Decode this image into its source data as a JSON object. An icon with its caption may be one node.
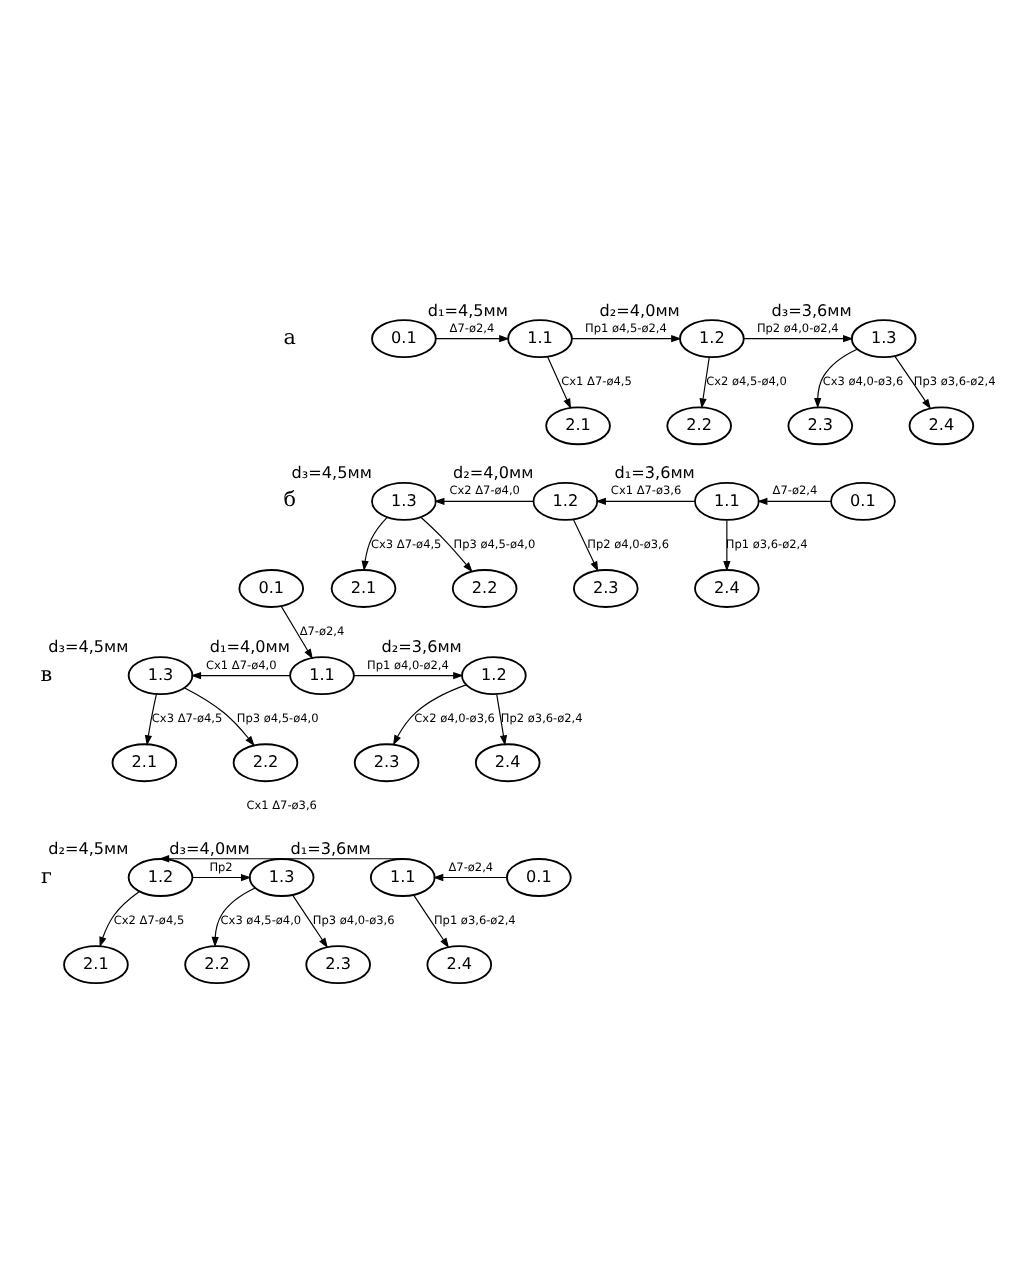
{
  "diagram": {
    "nodes": [
      {
        "text": [
          "0.1"
        ]
      },
      {
        "text": [
          "1.1"
        ],
        "beside": [
          "d₁=4,5мм"
        ]
      },
      {
        "text": [
          "1.2"
        ],
        "beside": [
          "d₂=4,0мм"
        ]
      },
      {
        "text": [
          "1.3"
        ],
        "beside": [
          "d₃=3,6мм"
        ]
      },
      {
        "text": [
          "2.1"
        ]
      },
      {
        "text": [
          "2.2"
        ]
      },
      {
        "text": [
          "2.3"
        ]
      },
      {
        "text": [
          "2.4"
        ]
      },
      {
        "text": [
          "1.3"
        ],
        "beside": [
          "d₃=4,5мм"
        ]
      },
      {
        "text": [
          "1.2"
        ],
        "beside": [
          "d₂=4,0мм"
        ]
      },
      {
        "text": [
          "1.1"
        ],
        "beside": [
          "d₁=3,6мм"
        ]
      },
      {
        "text": [
          "0.1"
        ]
      },
      {
        "text": [
          "2.1"
        ]
      },
      {
        "text": [
          "2.2"
        ]
      },
      {
        "text": [
          "2.3"
        ]
      },
      {
        "text": [
          "2.4"
        ]
      },
      {
        "text": [
          "0.1"
        ]
      },
      {
        "text": [
          "1.3"
        ],
        "beside": [
          "d₃=4,5мм"
        ]
      },
      {
        "text": [
          "1.1"
        ],
        "beside": [
          "d₁=4,0мм"
        ]
      },
      {
        "text": [
          "1.2"
        ],
        "beside": [
          "d₂=3,6мм"
        ]
      },
      {
        "text": [
          "2.1"
        ]
      },
      {
        "text": [
          "2.2"
        ]
      },
      {
        "text": [
          "2.3"
        ]
      },
      {
        "text": [
          "2.4"
        ]
      },
      {
        "text": [
          "1.2"
        ],
        "beside": [
          "d₂=4,5мм"
        ]
      },
      {
        "text": [
          "1.3"
        ],
        "beside": [
          "d₃=4,0мм"
        ]
      },
      {
        "text": [
          "1.1"
        ],
        "beside": [
          "d₁=3,6мм"
        ]
      },
      {
        "text": [
          "0.1"
        ]
      },
      {
        "text": [
          "2.1"
        ]
      },
      {
        "text": [
          "2.2"
        ]
      },
      {
        "text": [
          "2.3"
        ]
      },
      {
        "text": [
          "2.4"
        ]
      }
    ],
    "edges": [
      {
        "from": 0,
        "to": 1,
        "arrow": "to",
        "label": "Δ7-ø2,4"
      },
      {
        "from": 1,
        "to": 2,
        "arrow": "to",
        "label": "Пр1 ø4,5-ø2,4"
      },
      {
        "from": 2,
        "to": 3,
        "arrow": "to",
        "label": "Пр2 ø4,0-ø2,4"
      },
      {
        "from": 1,
        "to": 4,
        "arrow": "to",
        "label": "Сх1 Δ7-ø4,5"
      },
      {
        "from": 2,
        "to": 5,
        "arrow": "to",
        "label": "Сх2 ø4,5-ø4,0"
      },
      {
        "from": 3,
        "to": 6,
        "arrow": "to",
        "label": "Сх3 ø4,0-ø3,6"
      },
      {
        "from": 3,
        "to": 7,
        "arrow": "to",
        "label": "Пр3 ø3,6-ø2,4"
      },
      {
        "from": 11,
        "to": 10,
        "arrow": "to",
        "label": "Δ7-ø2,4"
      },
      {
        "from": 10,
        "to": 9,
        "arrow": "to",
        "label": "Сх1 Δ7-ø3,6"
      },
      {
        "from": 9,
        "to": 8,
        "arrow": "to",
        "label": "Сх2 Δ7-ø4,0"
      },
      {
        "from": 8,
        "to": 12,
        "arrow": "to",
        "label": "Сх3 Δ7-ø4,5"
      },
      {
        "from": 8,
        "to": 13,
        "arrow": "to",
        "label": "Пр3 ø4,5-ø4,0"
      },
      {
        "from": 9,
        "to": 14,
        "arrow": "to",
        "label": "Пр2 ø4,0-ø3,6"
      },
      {
        "from": 10,
        "to": 15,
        "arrow": "to",
        "label": "Пр1 ø3,6-ø2,4"
      },
      {
        "from": 16,
        "to": 18,
        "arrow": "to",
        "label": "Δ7-ø2,4"
      },
      {
        "from": 18,
        "to": 17,
        "arrow": "to",
        "label": "Сх1 Δ7-ø4,0"
      },
      {
        "from": 18,
        "to": 19,
        "arrow": "to",
        "label": "Пр1 ø4,0-ø2,4"
      },
      {
        "from": 17,
        "to": 20,
        "arrow": "to",
        "label": "Сх3 Δ7-ø4,5"
      },
      {
        "from": 17,
        "to": 21,
        "arrow": "to",
        "label": "Пр3 ø4,5-ø4,0"
      },
      {
        "from": 19,
        "to": 22,
        "arrow": "to",
        "label": "Сх2 ø4,0-ø3,6"
      },
      {
        "from": 19,
        "to": 23,
        "arrow": "to",
        "label": "Пр2 ø3,6-ø2,4"
      },
      {
        "from": 27,
        "to": 26,
        "arrow": "to",
        "label": "Δ7-ø2,4"
      },
      {
        "from": 26,
        "to": 24,
        "arrow": "to",
        "label": "Сх1 Δ7-ø3,6"
      },
      {
        "from": 24,
        "to": 25,
        "arrow": "to",
        "label": "Пр2"
      },
      {
        "from": 24,
        "to": 28,
        "arrow": "to",
        "label": "Сх2 Δ7-ø4,5"
      },
      {
        "from": 25,
        "to": 29,
        "arrow": "to",
        "label": "Сх3 ø4,5-ø4,0"
      },
      {
        "from": 25,
        "to": 30,
        "arrow": "to",
        "label": "Пр3 ø4,0-ø3,6"
      },
      {
        "from": 26,
        "to": 31,
        "arrow": "to",
        "label": "Пр1 ø3,6-ø2,4"
      }
    ],
    "labels": [
      "а",
      "б",
      "в",
      "г"
    ]
  }
}
